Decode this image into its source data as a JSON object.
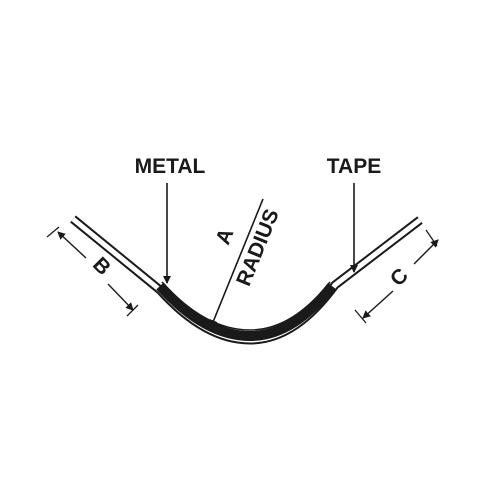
{
  "labels": {
    "metal": "METAL",
    "tape": "TAPE",
    "a": "A",
    "radius": "RADIUS",
    "b": "B",
    "c": "C"
  },
  "colors": {
    "ink": "#1a1a1a",
    "tape_fill": "#1a1a1a",
    "metal_fill": "#ffffff",
    "background": "#ffffff"
  }
}
